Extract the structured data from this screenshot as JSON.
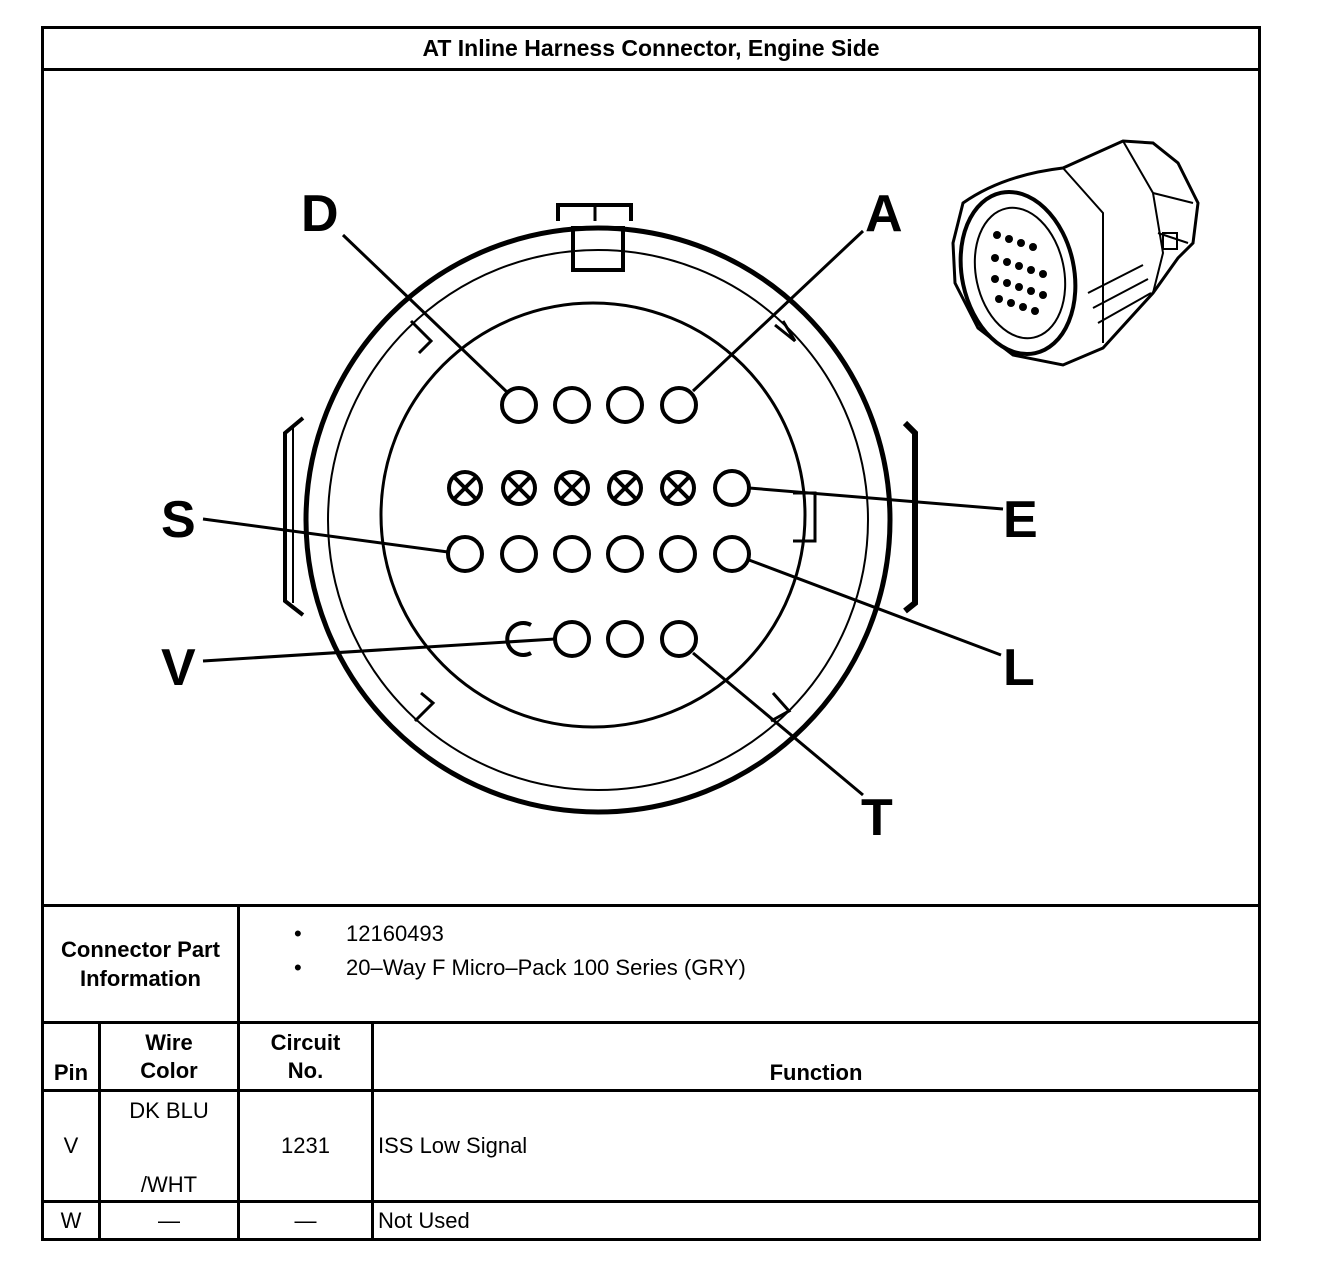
{
  "title": "AT Inline Harness Connector, Engine Side",
  "pin_labels": {
    "D": "D",
    "A": "A",
    "S": "S",
    "E": "E",
    "V": "V",
    "L": "L",
    "T": "T"
  },
  "connector_part_info": {
    "label_line1": "Connector Part",
    "label_line2": "Information",
    "items": [
      "12160493",
      "20–Way F Micro–Pack 100 Series (GRY)"
    ]
  },
  "table": {
    "headers": {
      "pin": "Pin",
      "wire_color_line1": "Wire",
      "wire_color_line2": "Color",
      "circuit_line1": "Circuit",
      "circuit_line2": "No.",
      "function": "Function"
    },
    "rows": [
      {
        "pin": "V",
        "wire_color_line1": "DK BLU",
        "wire_color_line2": "/WHT",
        "circuit": "1231",
        "function": "ISS Low Signal"
      },
      {
        "pin": "W",
        "wire_color_line1": "—",
        "wire_color_line2": "",
        "circuit": "—",
        "function": "Not Used"
      }
    ]
  }
}
